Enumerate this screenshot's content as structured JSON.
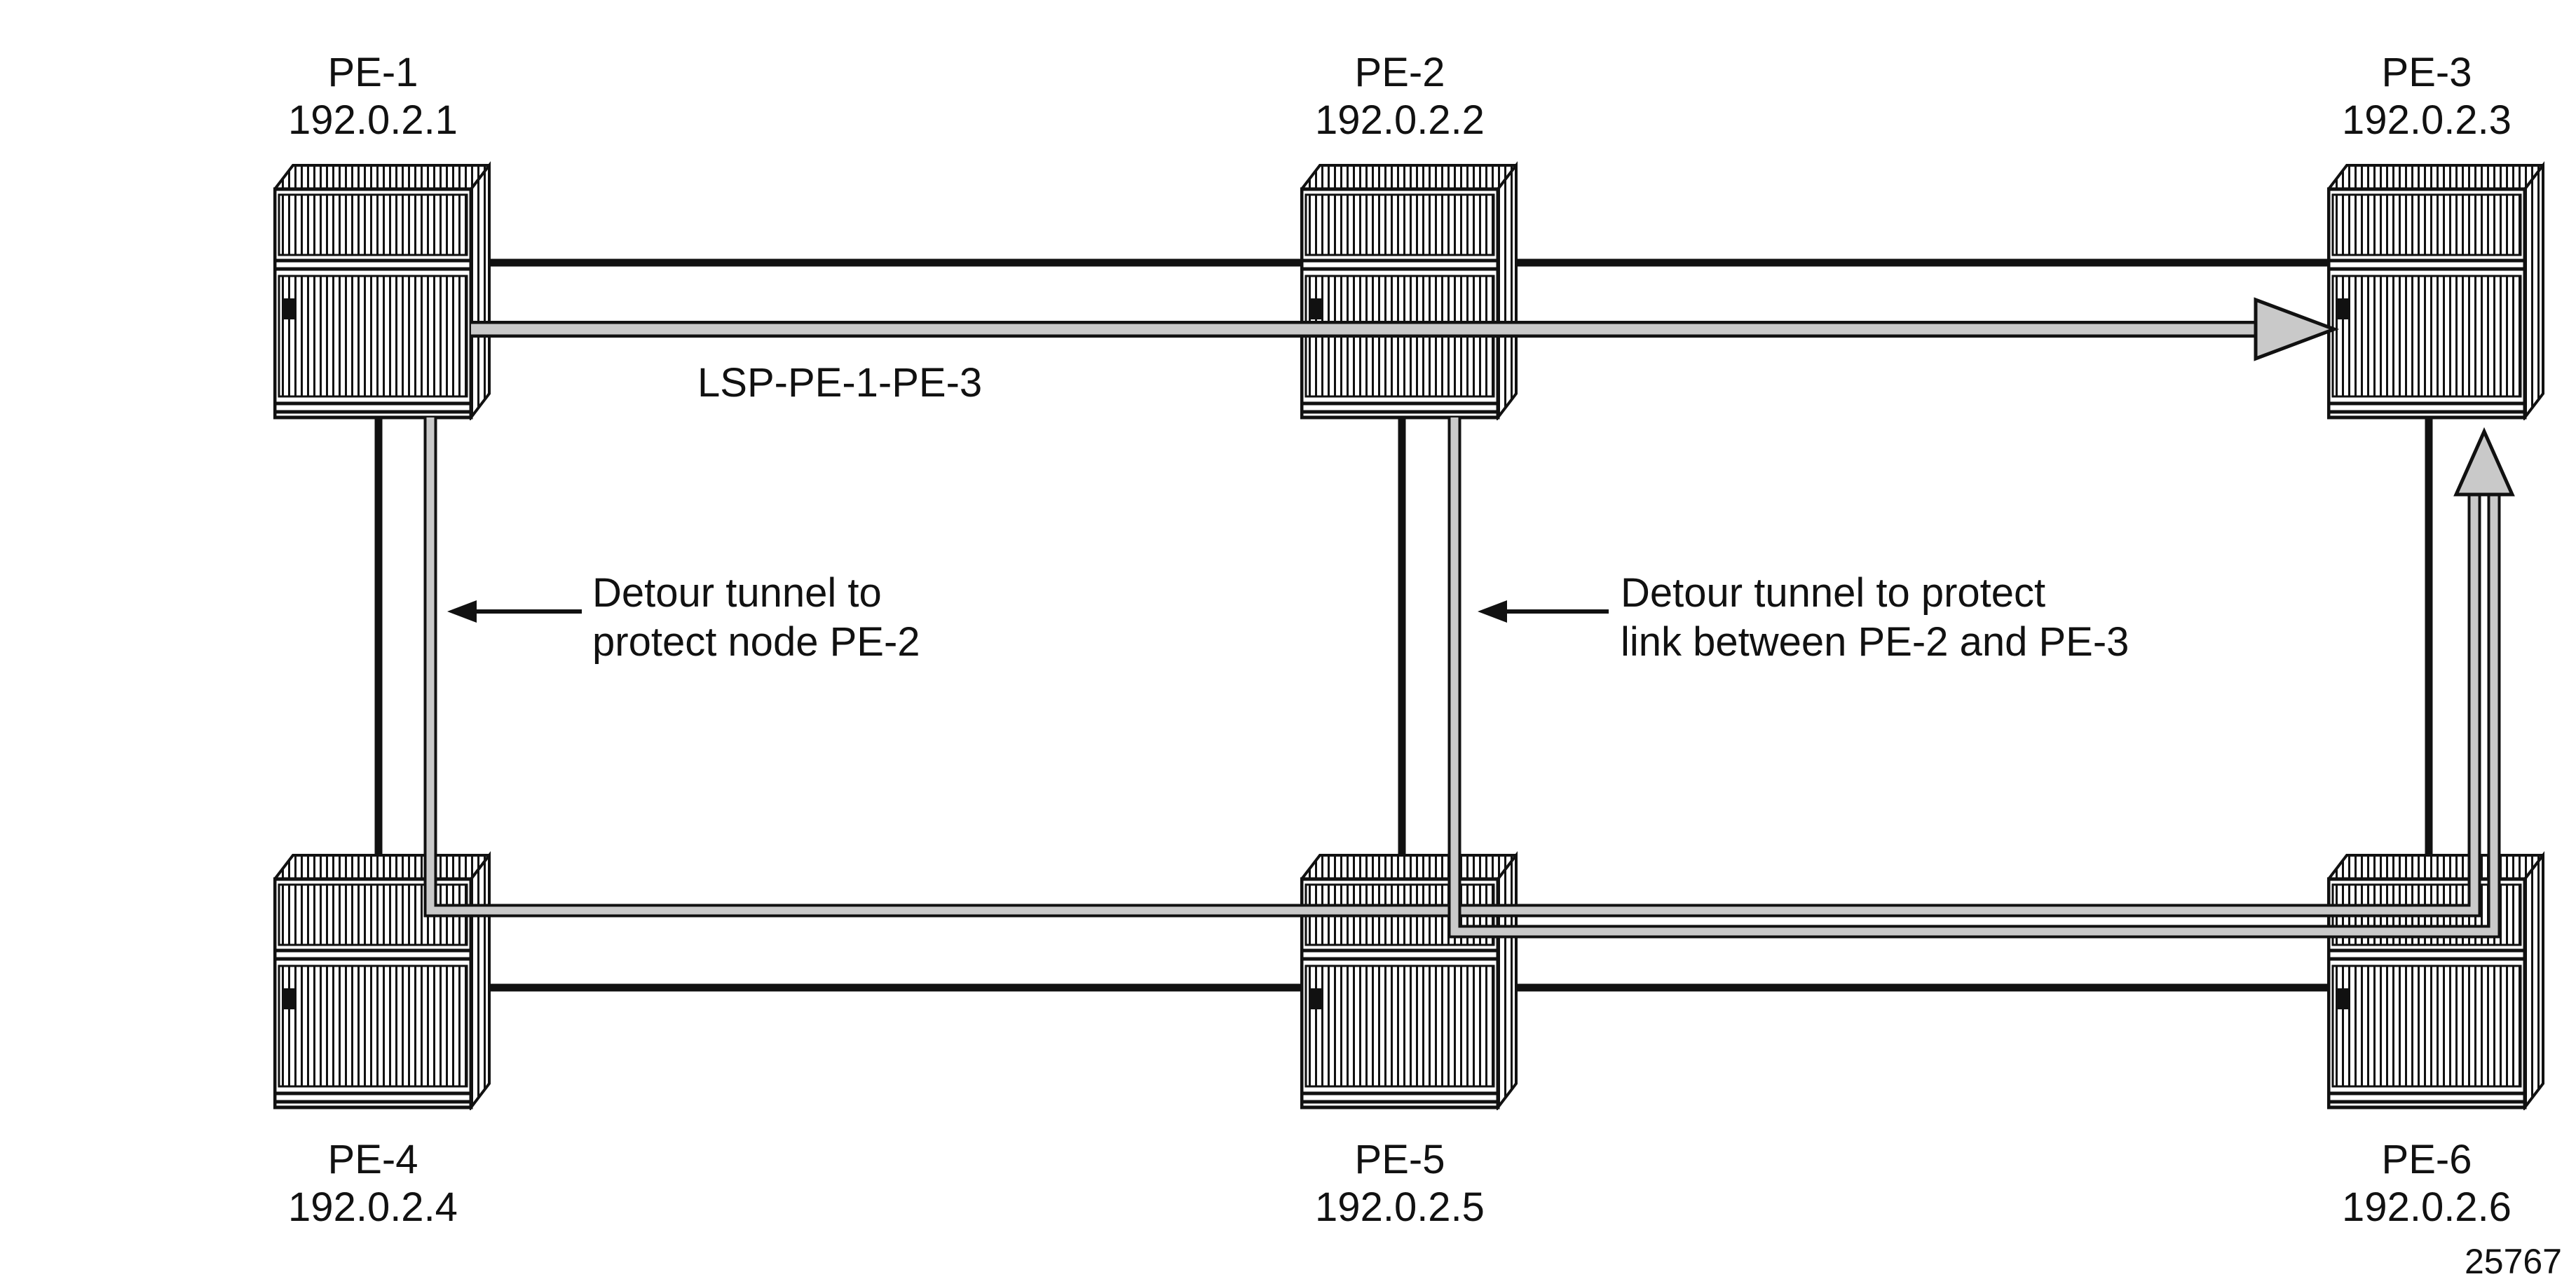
{
  "figure": {
    "number": "25767"
  },
  "lsp": {
    "label": "LSP-PE-1-PE-3"
  },
  "annotations": {
    "node_protect": {
      "line1": "Detour tunnel to",
      "line2": "protect node PE-2"
    },
    "link_protect": {
      "line1": "Detour tunnel to protect",
      "line2": "link between PE-2 and PE-3"
    }
  },
  "nodes": [
    {
      "name": "PE-1",
      "ip": "192.0.2.1"
    },
    {
      "name": "PE-2",
      "ip": "192.0.2.2"
    },
    {
      "name": "PE-3",
      "ip": "192.0.2.3"
    },
    {
      "name": "PE-4",
      "ip": "192.0.2.4"
    },
    {
      "name": "PE-5",
      "ip": "192.0.2.5"
    },
    {
      "name": "PE-6",
      "ip": "192.0.2.6"
    }
  ],
  "legend": {
    "link_color": "#111111",
    "tunnel_fill": "#c9c9c9",
    "tunnel_outline": "#111111",
    "text_color": "#111111",
    "background": "#ffffff"
  }
}
